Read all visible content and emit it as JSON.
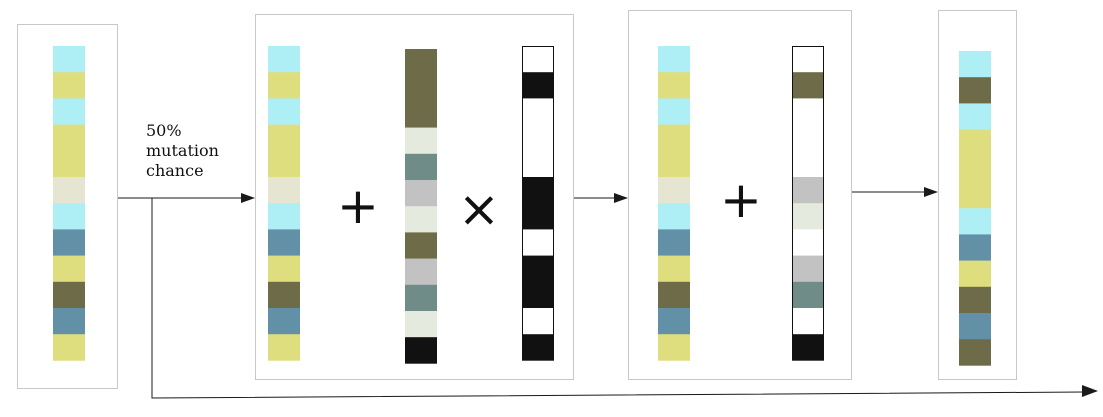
{
  "mutation_label": [
    "50%",
    "mutation",
    "chance"
  ],
  "operators": {
    "plus": "+",
    "times": "×"
  },
  "colors": {
    "light_cyan": "#aeeff6",
    "khaki": "#dede7e",
    "beige": "#e6e5d2",
    "steel_blue": "#6290a6",
    "olive": "#6e6c48",
    "light_gray": "#c2c2c2",
    "pale_green_gray": "#e4eade",
    "slate_gray": "#6f8c88",
    "black": "#111111",
    "white": "#ffffff",
    "frame": "#c8c8c8",
    "arrow": "#1a1a1a"
  },
  "columns": {
    "input": [
      "light_cyan",
      "khaki",
      "light_cyan",
      "khaki",
      "khaki",
      "beige",
      "light_cyan",
      "steel_blue",
      "khaki",
      "olive",
      "steel_blue",
      "khaki"
    ],
    "stage2_original": [
      "light_cyan",
      "khaki",
      "light_cyan",
      "khaki",
      "khaki",
      "beige",
      "light_cyan",
      "steel_blue",
      "khaki",
      "olive",
      "steel_blue",
      "khaki"
    ],
    "stage2_mutation": [
      "olive",
      "olive",
      "olive",
      "pale_green_gray",
      "slate_gray",
      "light_gray",
      "pale_green_gray",
      "olive",
      "light_gray",
      "slate_gray",
      "pale_green_gray",
      "black"
    ],
    "stage2_mask": [
      "white",
      "black",
      "white",
      "white",
      "white",
      "black",
      "black",
      "white",
      "black",
      "black",
      "white",
      "black"
    ],
    "stage3_masked_original": [
      "light_cyan",
      "khaki",
      "light_cyan",
      "khaki",
      "khaki",
      "beige",
      "light_cyan",
      "steel_blue",
      "khaki",
      "olive",
      "steel_blue",
      "khaki"
    ],
    "stage3_masked_mutation": [
      "white",
      "olive",
      "white",
      "white",
      "white",
      "light_gray",
      "pale_green_gray",
      "white",
      "light_gray",
      "slate_gray",
      "white",
      "black"
    ],
    "output": [
      "light_cyan",
      "olive",
      "light_cyan",
      "khaki",
      "khaki",
      "khaki",
      "light_cyan",
      "steel_blue",
      "khaki",
      "olive",
      "steel_blue",
      "olive"
    ]
  }
}
